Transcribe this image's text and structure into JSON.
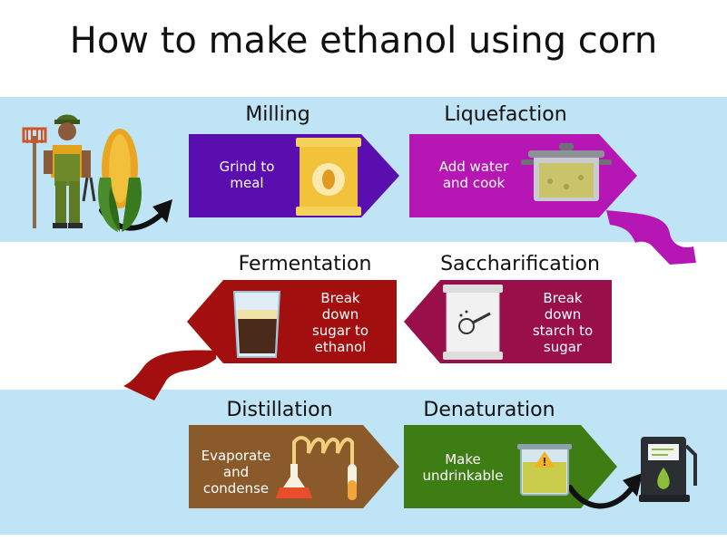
{
  "title": "How to make ethanol using corn",
  "colors": {
    "band": "#bfe4f5",
    "milling": "#5b0eb0",
    "liquefaction": "#b616b3",
    "saccharification": "#990f49",
    "fermentation": "#a20f0e",
    "distillation": "#8b5a2b",
    "denaturation": "#3d7d13"
  },
  "steps": {
    "milling": {
      "title": "Milling",
      "text": "Grind to\nmeal"
    },
    "liquefaction": {
      "title": "Liquefaction",
      "text": "Add water\nand cook"
    },
    "saccharification": {
      "title": "Saccharification",
      "text": "Break\ndown\nstarch to\nsugar"
    },
    "fermentation": {
      "title": "Fermentation",
      "text": "Break\ndown\nsugar to\nethanol"
    },
    "distillation": {
      "title": "Distillation",
      "text": "Evaporate\nand\ncondense"
    },
    "denaturation": {
      "title": "Denaturation",
      "text": "Make\nundrinkable"
    }
  },
  "icons": [
    "farmer-icon",
    "corn-icon",
    "flour-sack-icon",
    "cooking-pot-icon",
    "sugar-sack-icon",
    "glass-icon",
    "distillation-icon",
    "beaker-warning-icon",
    "fuel-pump-icon"
  ]
}
